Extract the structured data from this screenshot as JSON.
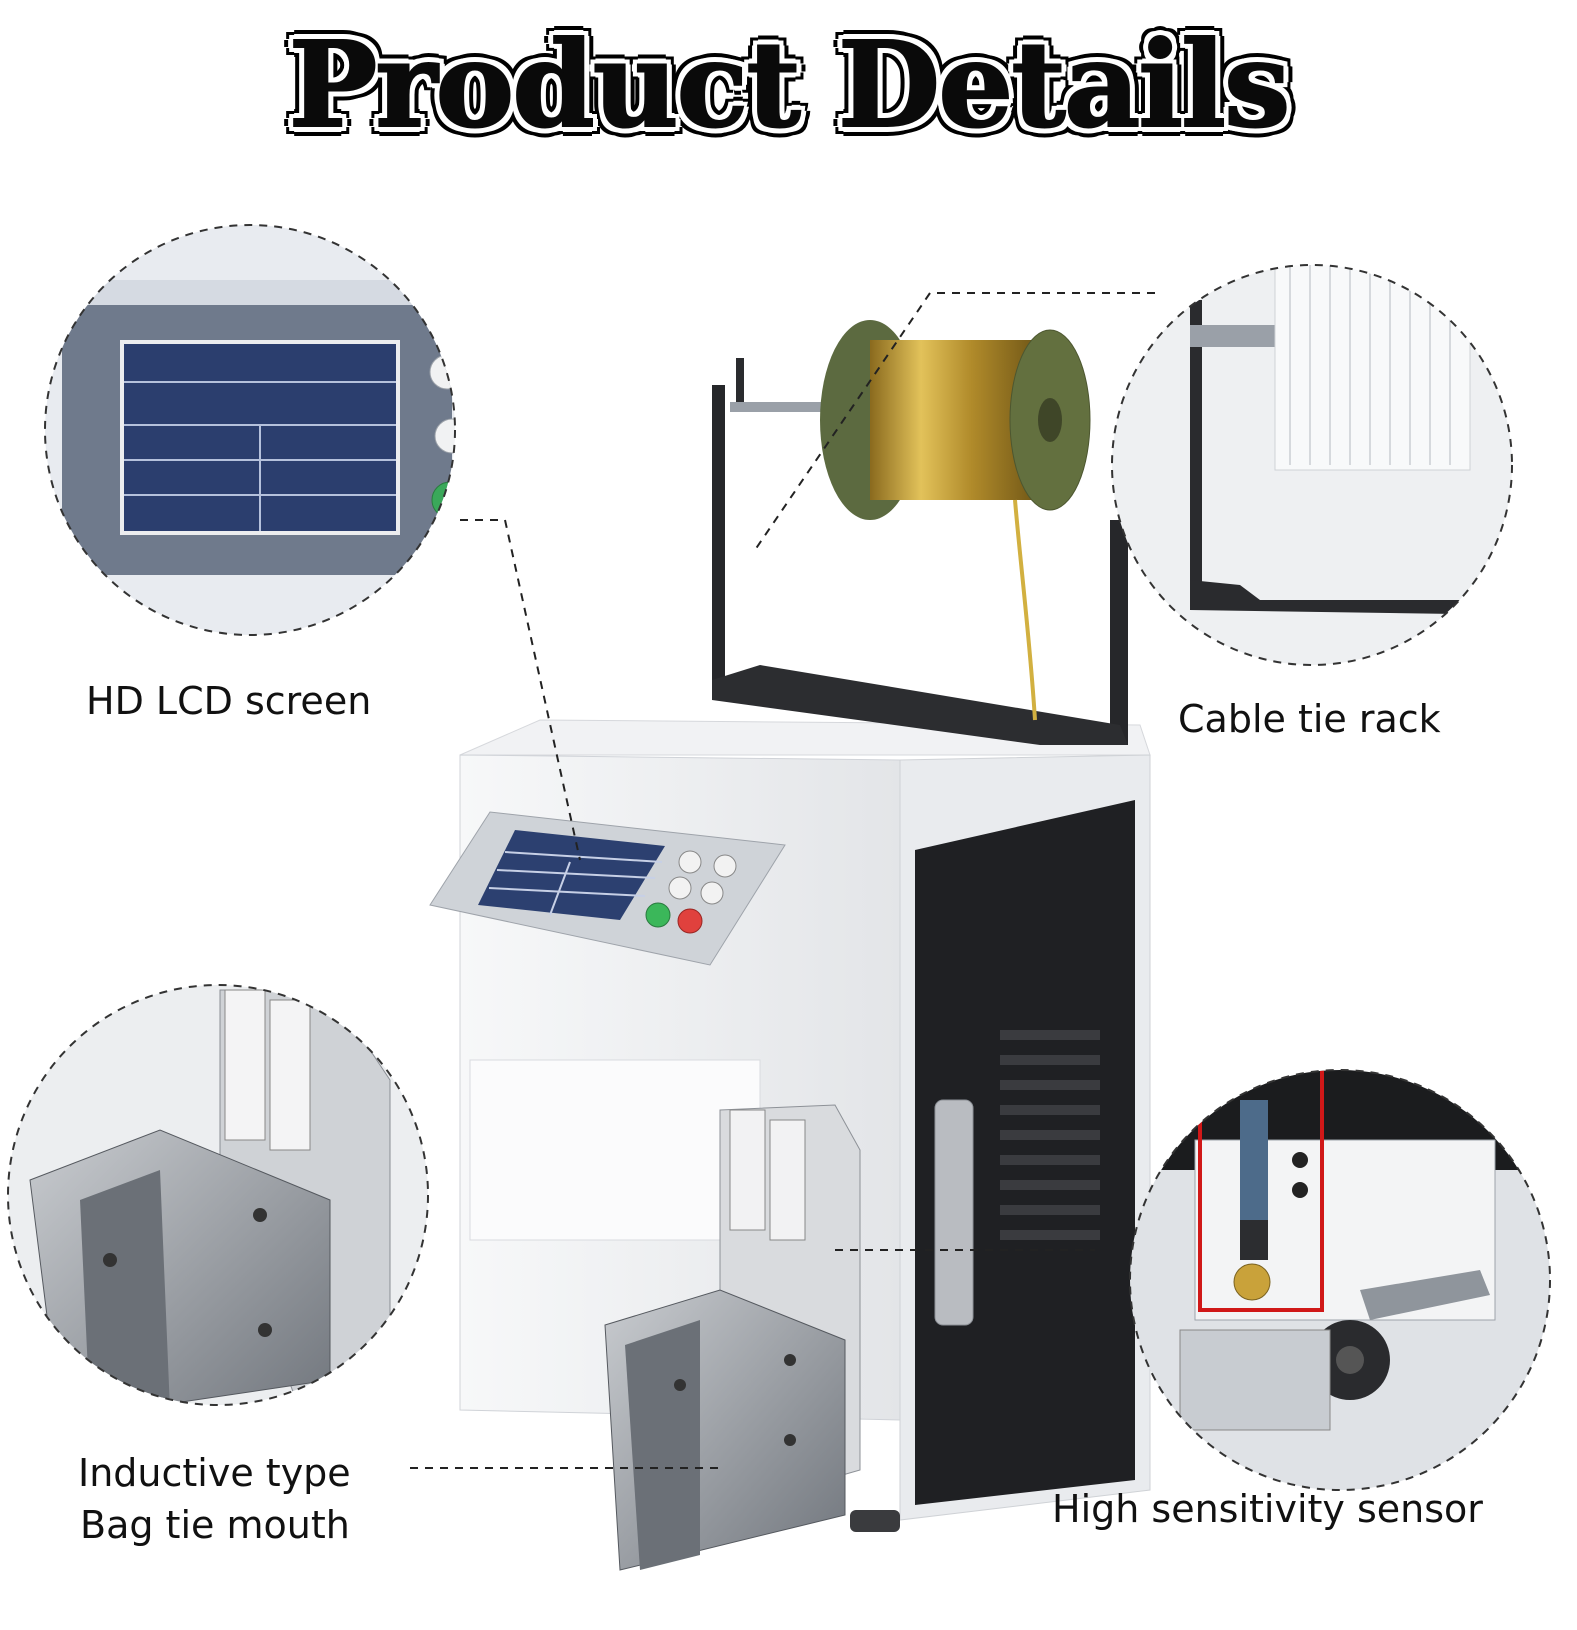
{
  "page": {
    "title": "Product Details",
    "colors": {
      "background": "#ffffff",
      "lcd_blue": "#2c4070",
      "machine_white": "#f4f5f6",
      "machine_dark": "#1e1f22",
      "spool_green": "#5c6a40",
      "wire_gold": "#c9a23a",
      "sensor_box_red": "#d01818"
    }
  },
  "callouts": [
    {
      "key": "lcd",
      "text": "HD LCD screen",
      "icon": "lcd-screen-closeup"
    },
    {
      "key": "rack",
      "text": "Cable tie rack",
      "icon": "cable-tie-rack-closeup"
    },
    {
      "key": "mouth",
      "line1": "Inductive type",
      "line2": "Bag tie mouth",
      "icon": "bag-tie-mouth-closeup"
    },
    {
      "key": "sensor",
      "text": "High sensitivity sensor",
      "icon": "sensor-closeup"
    }
  ]
}
